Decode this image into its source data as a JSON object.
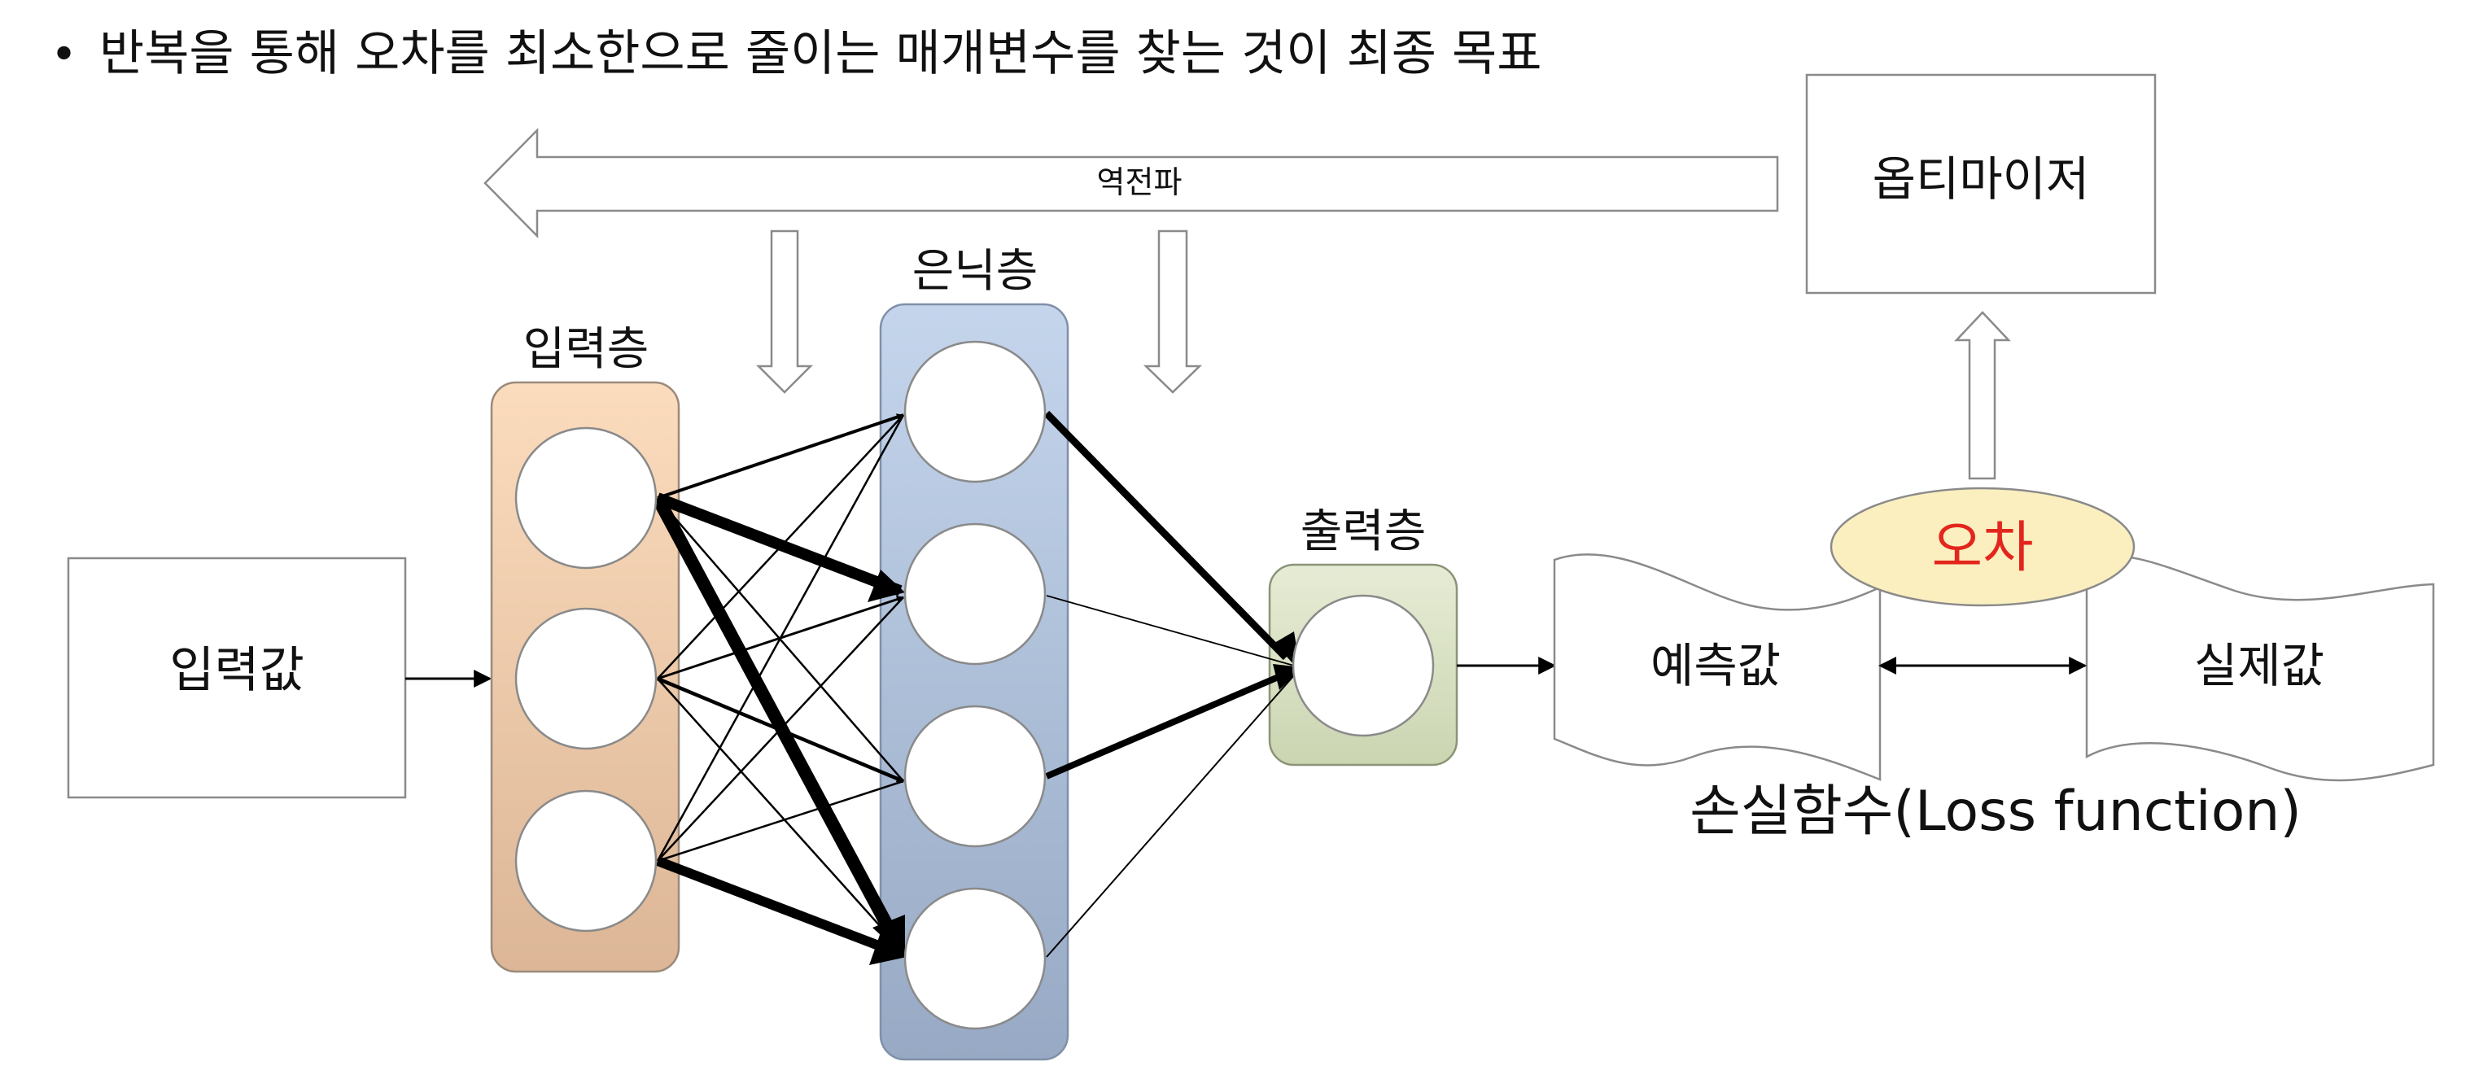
{
  "heading": {
    "bullet": "•",
    "text": "반복을 통해 오차를 최소한으로 줄이는 매개변수를 찾는 것이 최종 목표"
  },
  "input_box": {
    "label": "입력값"
  },
  "layers": {
    "input": {
      "label": "입력층"
    },
    "hidden": {
      "label": "은닉층"
    },
    "output": {
      "label": "출력층"
    }
  },
  "backprop": {
    "label": "역전파"
  },
  "optimizer": {
    "label": "옵티마이저"
  },
  "error": {
    "label": "오차"
  },
  "predicted": {
    "label": "예측값"
  },
  "actual": {
    "label": "실제값"
  },
  "loss_function": {
    "label": "손실함수(Loss function)"
  },
  "colors": {
    "input_layer": "#f3d2b4",
    "hidden_layer": "#b6c8e2",
    "output_layer": "#dde6c8",
    "error_ellipse": "#fbefbf",
    "error_text": "#e3261d"
  }
}
